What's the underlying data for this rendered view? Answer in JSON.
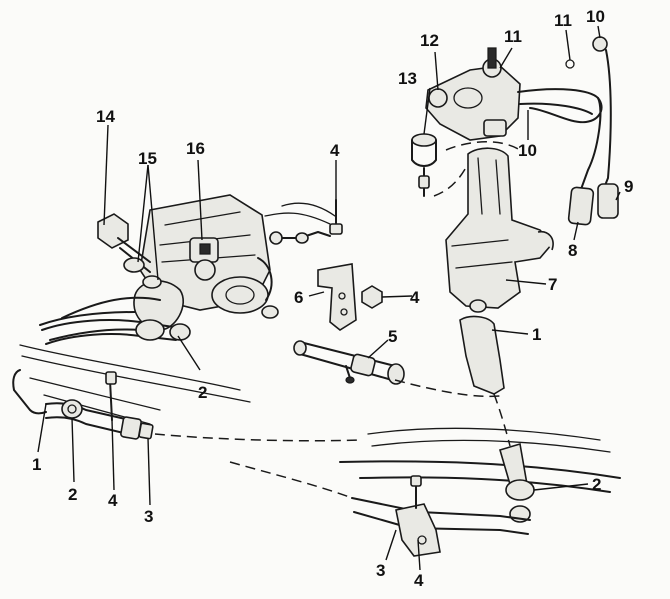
{
  "callouts": [
    {
      "id": "c1a",
      "text": "1"
    },
    {
      "id": "c1b",
      "text": "1"
    },
    {
      "id": "c2a",
      "text": "2"
    },
    {
      "id": "c2b",
      "text": "2"
    },
    {
      "id": "c2c",
      "text": "2"
    },
    {
      "id": "c3a",
      "text": "3"
    },
    {
      "id": "c3b",
      "text": "3"
    },
    {
      "id": "c4a",
      "text": "4"
    },
    {
      "id": "c4b",
      "text": "4"
    },
    {
      "id": "c4c",
      "text": "4"
    },
    {
      "id": "c4d",
      "text": "4"
    },
    {
      "id": "c5",
      "text": "5"
    },
    {
      "id": "c6",
      "text": "6"
    },
    {
      "id": "c7",
      "text": "7"
    },
    {
      "id": "c8",
      "text": "8"
    },
    {
      "id": "c9",
      "text": "9"
    },
    {
      "id": "c10a",
      "text": "10"
    },
    {
      "id": "c10b",
      "text": "10"
    },
    {
      "id": "c11a",
      "text": "11"
    },
    {
      "id": "c11b",
      "text": "11"
    },
    {
      "id": "c12",
      "text": "12"
    },
    {
      "id": "c13",
      "text": "13"
    },
    {
      "id": "c14",
      "text": "14"
    },
    {
      "id": "c15",
      "text": "15"
    },
    {
      "id": "c16",
      "text": "16"
    }
  ]
}
